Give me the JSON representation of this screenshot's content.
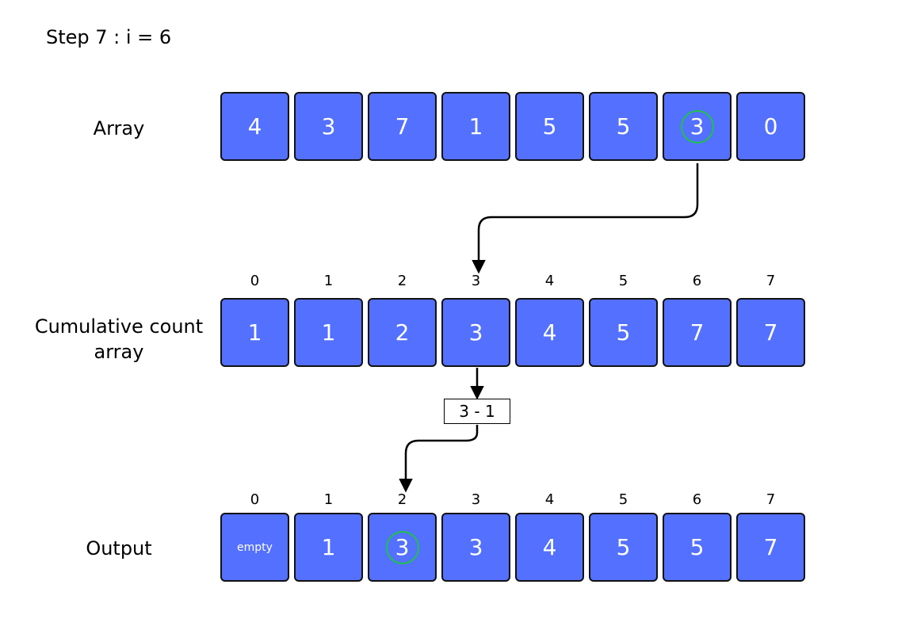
{
  "title": "Step 7 : i = 6",
  "labels": {
    "array": "Array",
    "count_line1": "Cumulative count",
    "count_line2": "array",
    "output": "Output"
  },
  "array": {
    "values": [
      "4",
      "3",
      "7",
      "1",
      "5",
      "5",
      "3",
      "0"
    ],
    "highlight_index": 6
  },
  "count": {
    "indices": [
      "0",
      "1",
      "2",
      "3",
      "4",
      "5",
      "6",
      "7"
    ],
    "values": [
      "1",
      "1",
      "2",
      "3",
      "4",
      "5",
      "7",
      "7"
    ]
  },
  "calc": "3 - 1",
  "output": {
    "indices": [
      "0",
      "1",
      "2",
      "3",
      "4",
      "5",
      "6",
      "7"
    ],
    "values": [
      "empty",
      "1",
      "3",
      "3",
      "4",
      "5",
      "5",
      "7"
    ],
    "highlight_index": 2,
    "small_text_index": 0
  },
  "colors": {
    "cell_fill": "#5470ff",
    "cell_border": "#111111",
    "highlight": "#1ec24a",
    "arrow": "#000000"
  }
}
